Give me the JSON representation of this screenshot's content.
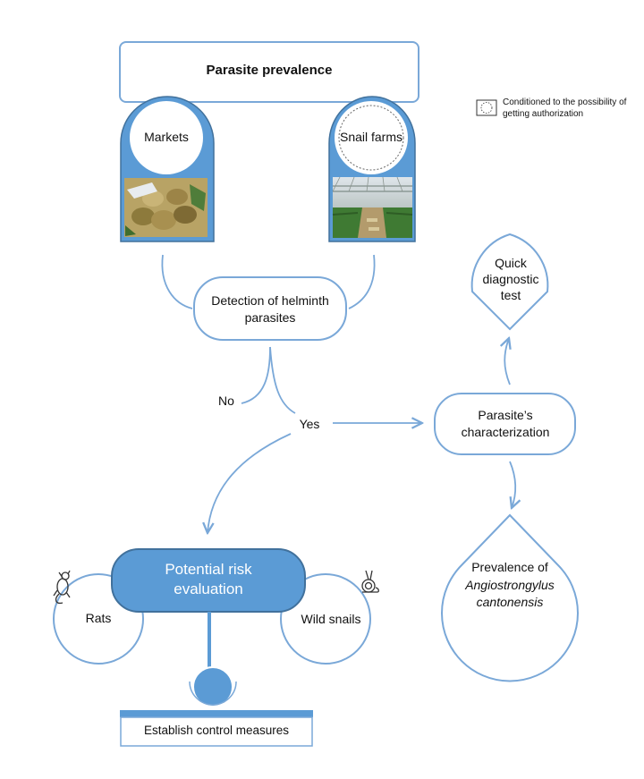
{
  "title": "Parasite prevalence",
  "legend": {
    "text": "Conditioned to the possibility of getting authorization",
    "symbol": "dashed-circle-icon"
  },
  "sources": {
    "markets": {
      "label": "Markets",
      "photo": "snails-in-market-photo"
    },
    "snail_farms": {
      "label": "Snail farms",
      "photo": "snail-farm-greenhouse-photo",
      "conditional": true
    }
  },
  "detection": {
    "label": "Detection of helminth parasites"
  },
  "branches": {
    "no": "No",
    "yes": "Yes"
  },
  "characterization": {
    "label": "Parasite’s characterization"
  },
  "quick_test": {
    "label": "Quick diagnostic test"
  },
  "prevalence": {
    "prefix": "Prevalence of",
    "species": "Angiostrongylus cantonensis"
  },
  "risk": {
    "label": "Potential risk evaluation"
  },
  "rats": {
    "label": "Rats",
    "icon": "rat-icon"
  },
  "wild_snails": {
    "label": "Wild snails",
    "icon": "snail-icon"
  },
  "control": {
    "label": "Establish control measures"
  },
  "colors": {
    "accent": "#5b9bd5",
    "stroke": "#7aa8d8",
    "dark_stroke": "#41719c",
    "text": "#111111",
    "risk_text": "#ffffff"
  }
}
